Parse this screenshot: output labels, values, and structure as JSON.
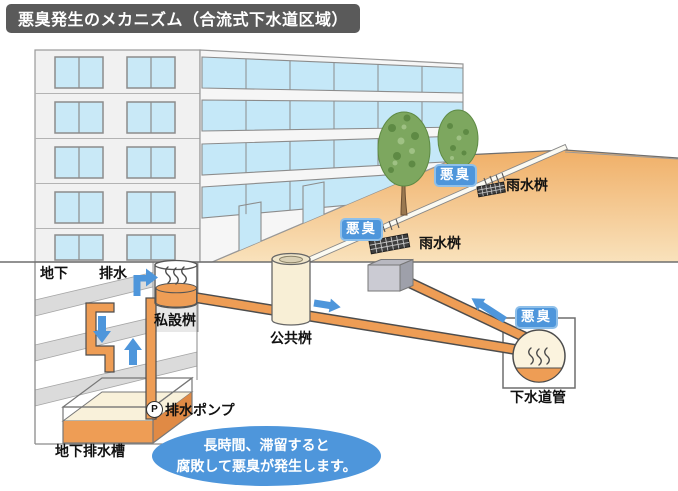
{
  "title": "悪臭発生のメカニズム（合流式下水道区域）",
  "labels": {
    "underground": "地下",
    "drainage": "排水",
    "private_basin": "私設桝",
    "public_basin": "公共桝",
    "rain_basin": "雨水桝",
    "sewer_pipe": "下水道管",
    "drain_pump": "排水ポンプ",
    "pump_symbol": "P",
    "underground_tank": "地下排水槽",
    "odor": "悪臭"
  },
  "callout": {
    "line1": "長時間、滞留すると",
    "line2": "腐敗して悪臭が発生します。"
  },
  "colors": {
    "accent_blue": "#4E96DB",
    "badge_border": "#8FC0EA",
    "pipe_orange": "#EE9D55",
    "street_gradient_top": "#F0AF67",
    "street_gradient_bottom": "#F9E2BC",
    "title_bg": "#5A5A5A",
    "window_blue": "#C9E9F7"
  },
  "icons": {
    "steam-icon": "〜 odor steam squiggle",
    "flow-arrow-icon": "➜ blue flow arrow"
  }
}
